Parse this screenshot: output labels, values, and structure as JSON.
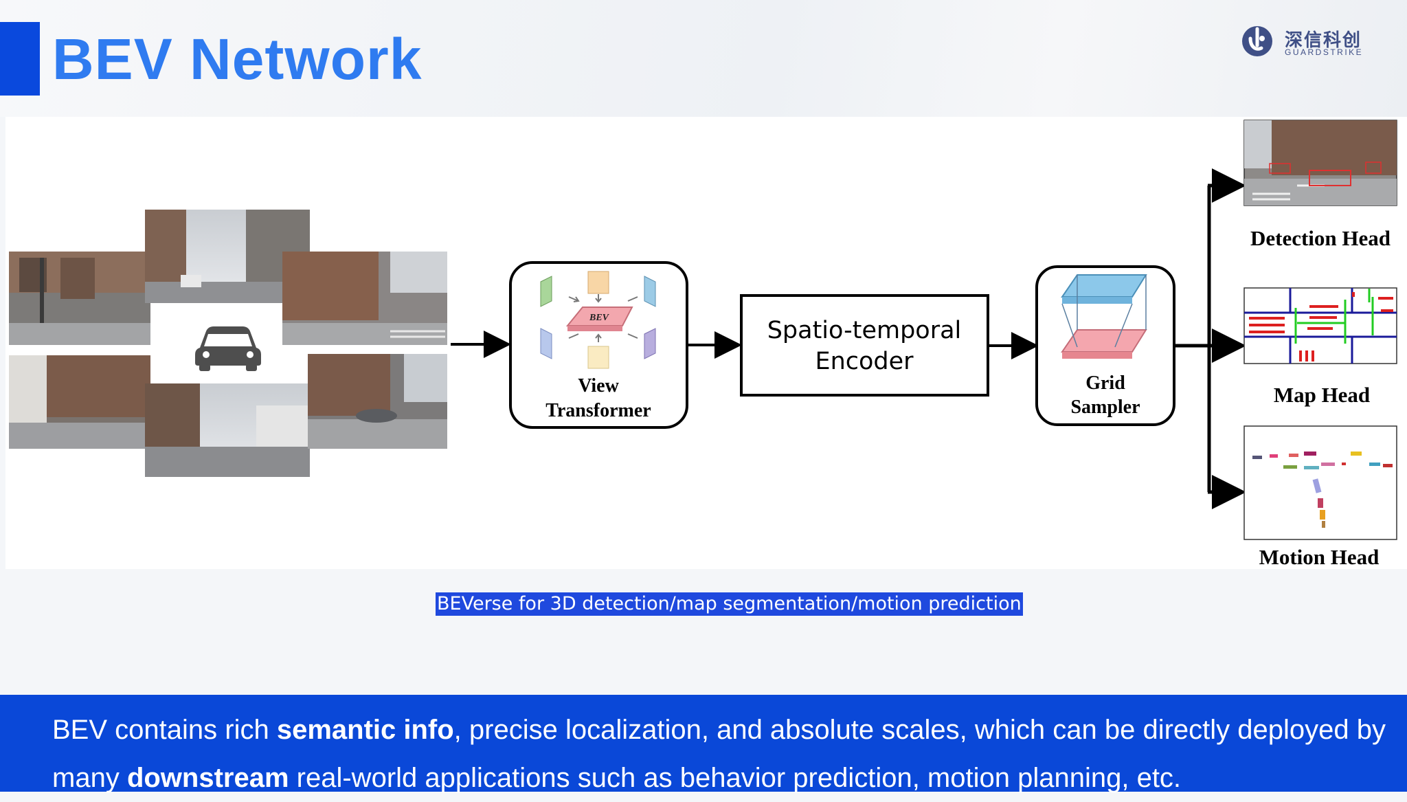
{
  "header": {
    "title": "BEV Network",
    "logo_cn": "深信科创",
    "logo_en": "GUARDSTRIKE"
  },
  "diagram": {
    "view_transformer_label_1": "View",
    "view_transformer_label_2": "Transformer",
    "bev_tag": "BEV",
    "encoder_label_1": "Spatio-temporal",
    "encoder_label_2": "Encoder",
    "grid_sampler_label_1": "Grid",
    "grid_sampler_label_2": "Sampler",
    "detection_head": "Detection Head",
    "map_head": "Map Head",
    "motion_head": "Motion Head"
  },
  "caption": "BEVerse for 3D detection/map segmentation/motion prediction",
  "bottom": {
    "part1": "BEV contains rich ",
    "bold1": "semantic info",
    "part2": ", precise localization, and absolute scales, which can be directly deployed by many ",
    "bold2": "downstream",
    "part3": " real-world applications such as behavior prediction, motion planning, etc."
  },
  "colors": {
    "accent": "#0a49dd",
    "title": "#2f7bf0",
    "band": "#0a48d8"
  }
}
